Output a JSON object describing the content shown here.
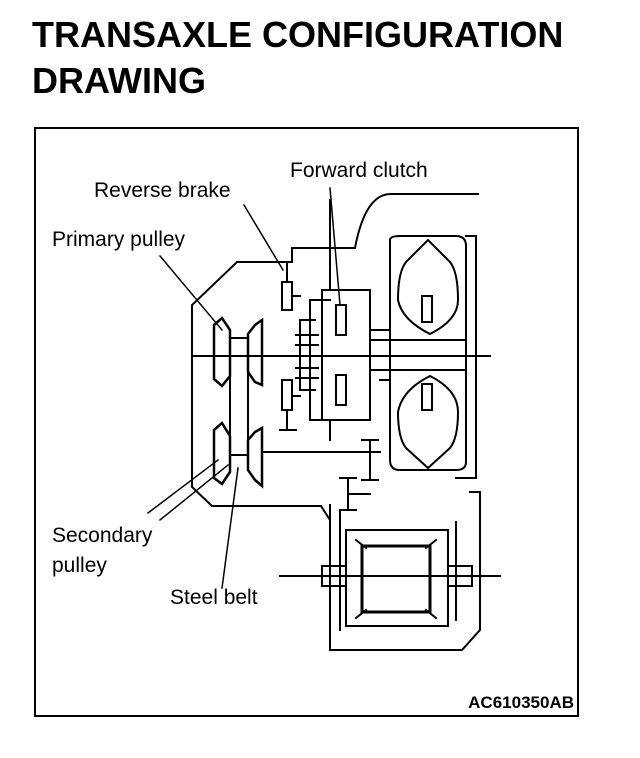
{
  "title": {
    "line1": "TRANSAXLE CONFIGURATION",
    "line2": "DRAWING"
  },
  "labels": {
    "forward_clutch": "Forward clutch",
    "reverse_brake": "Reverse brake",
    "primary_pulley": "Primary pulley",
    "secondary_pulley_1": "Secondary",
    "secondary_pulley_2": "pulley",
    "steel_belt": "Steel belt"
  },
  "figure_code": "AC610350AB"
}
